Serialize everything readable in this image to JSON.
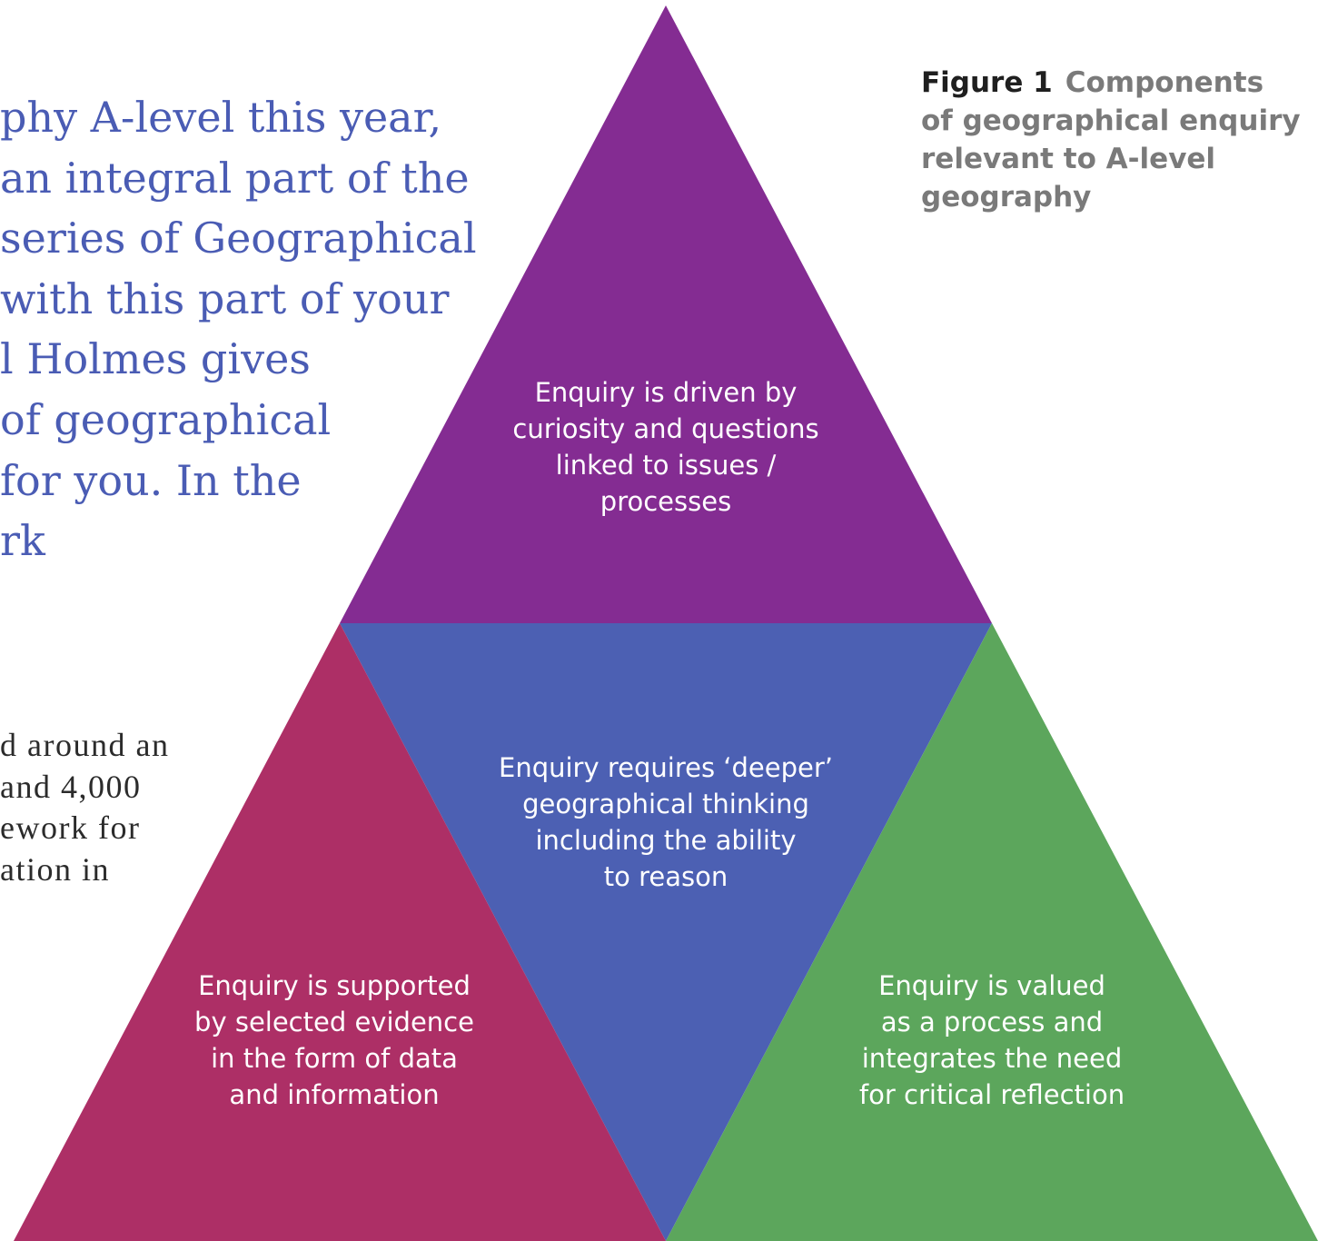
{
  "intro_lines": [
    "phy A-level this year,",
    "an integral part of the",
    "series of Geographical",
    "with this part of your",
    "l Holmes gives",
    " of geographical",
    "for you. In the",
    "rk"
  ],
  "body_lines": [
    "d around an",
    "and 4,000",
    "ework for",
    "ation in"
  ],
  "caption": {
    "label": "Figure 1",
    "line1": "Components",
    "line2": "of geographical enquiry",
    "line3": "relevant to A-level",
    "line4": "geography"
  },
  "diagram": {
    "colors": {
      "top": "#842c92",
      "center": "#4c60b3",
      "left": "#ad2f66",
      "right": "#5ca65c"
    },
    "top": [
      "Enquiry is driven by",
      "curiosity and questions",
      "linked to issues /",
      "processes"
    ],
    "center": [
      "Enquiry requires ‘deeper’",
      "geographical thinking",
      "including the ability",
      "to reason"
    ],
    "left": [
      "Enquiry is supported",
      "by selected evidence",
      "in the form of data",
      "and information"
    ],
    "right": [
      "Enquiry is valued",
      "as a process and",
      "integrates the need",
      "for critical reflection"
    ]
  }
}
